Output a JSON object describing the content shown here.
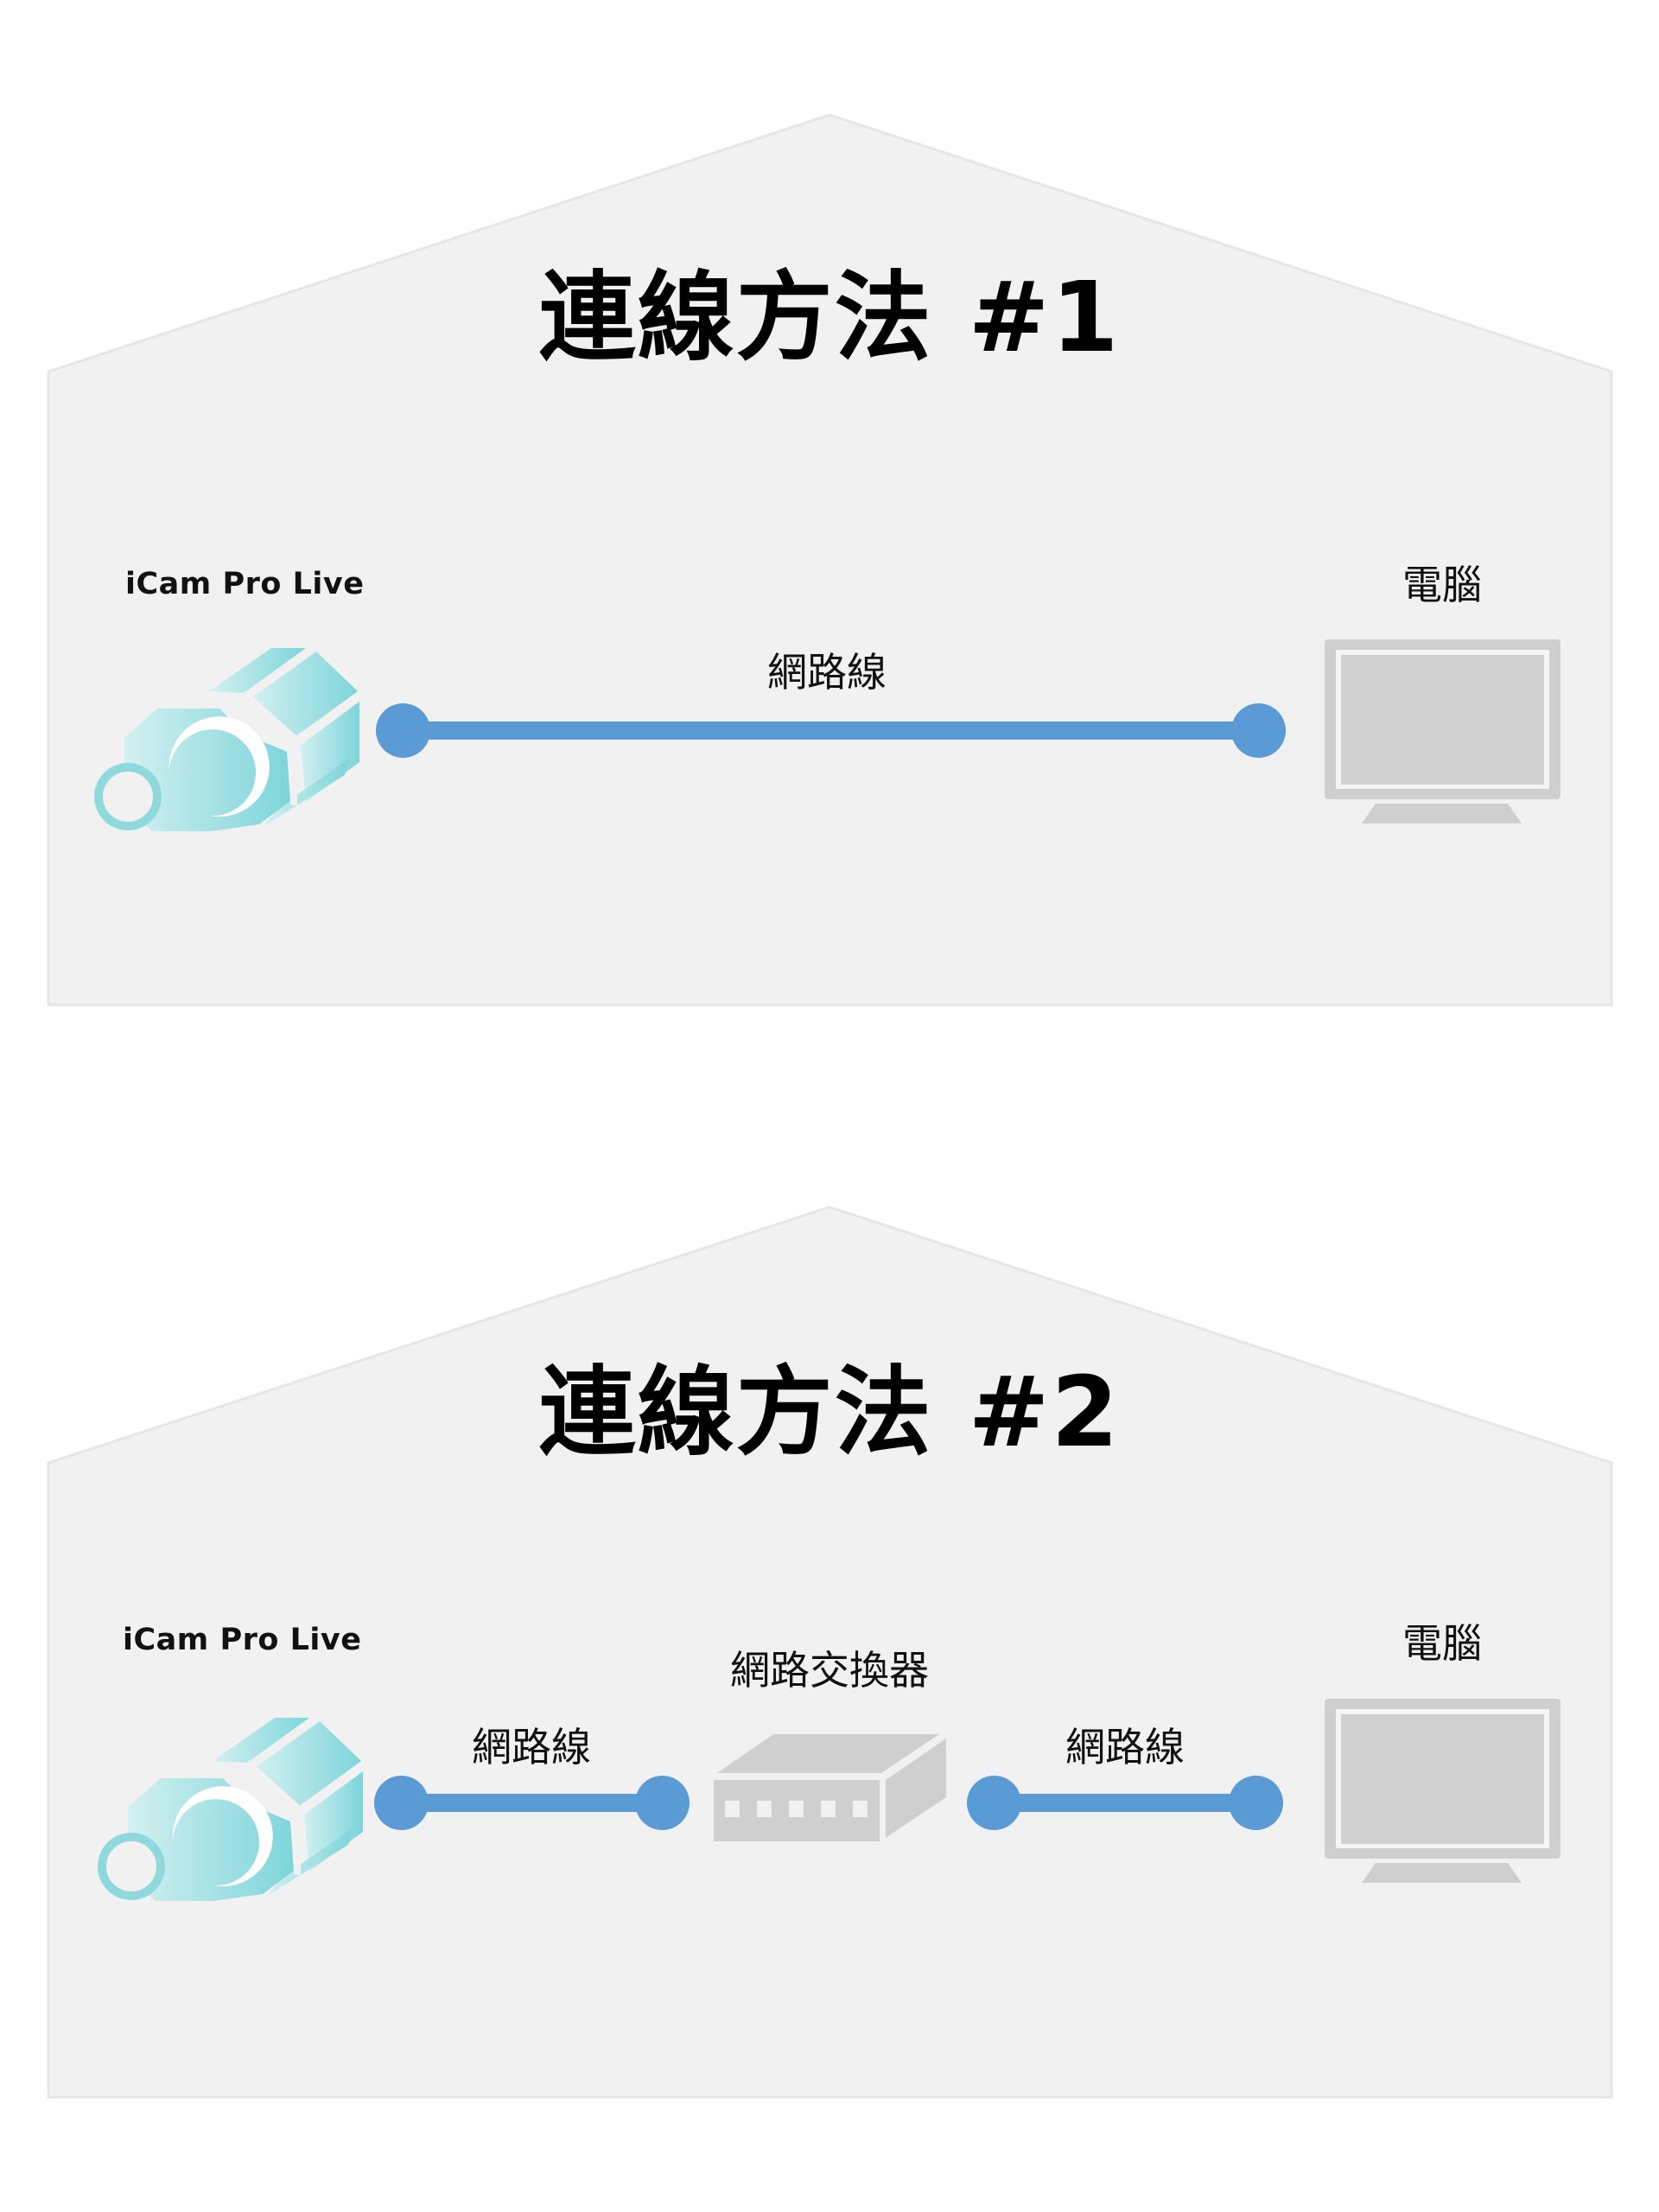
{
  "colors": {
    "background": "#ffffff",
    "house_fill": "#f1f1f1",
    "house_edge": "#e6e6e6",
    "cable": "#5b9bd5",
    "device_gray": "#cfcfcf",
    "device_gap": "#f5f5f5",
    "camera_light": "#c8ecee",
    "camera_dark": "#7dd5da",
    "text": "#111111"
  },
  "diagrams": [
    {
      "title": "連線方法 #1",
      "camera_label": "iCam Pro Live",
      "computer_label": "電腦",
      "cables": [
        {
          "label": "網路線"
        }
      ]
    },
    {
      "title": "連線方法 #2",
      "camera_label": "iCam Pro Live",
      "computer_label": "電腦",
      "switch_label": "網路交換器",
      "switch_ports": 5,
      "cables": [
        {
          "label": "網路線"
        },
        {
          "label": "網路線"
        }
      ]
    }
  ]
}
